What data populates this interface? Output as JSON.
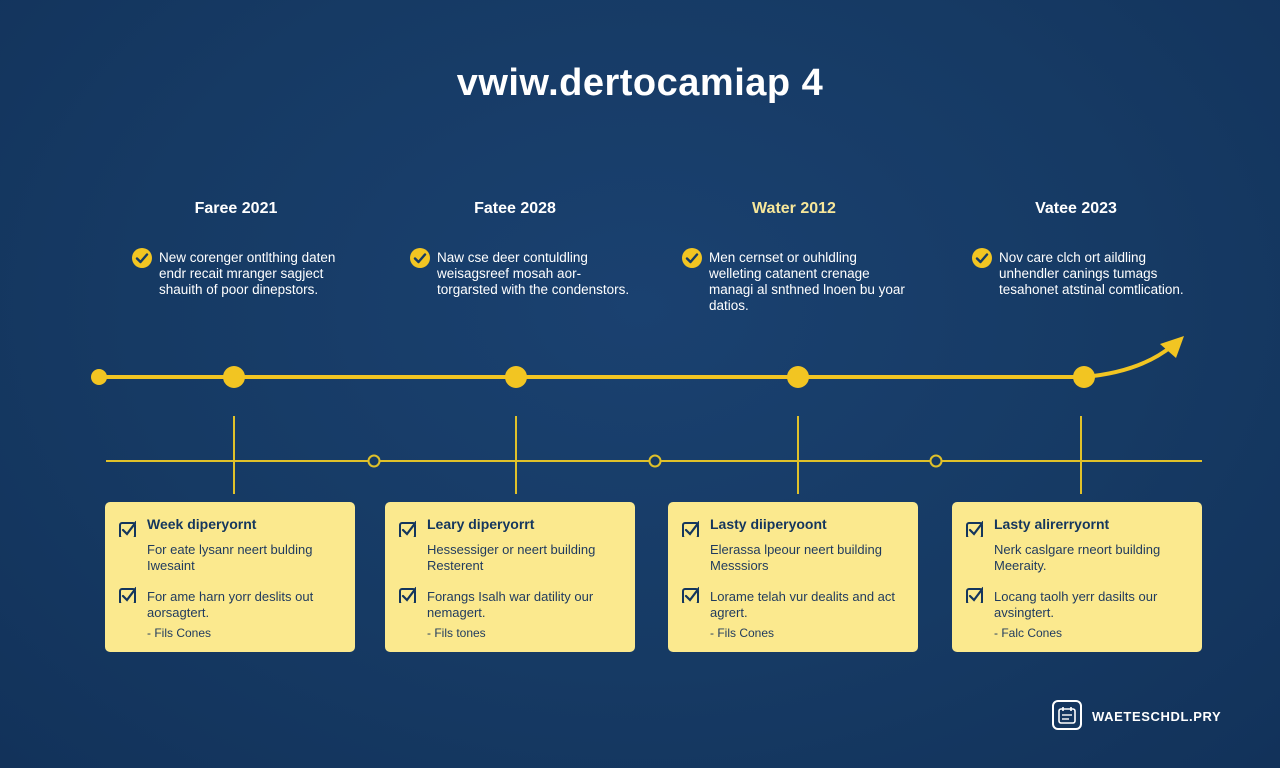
{
  "title": "vwiw.dertocamiap 4",
  "phases": [
    {
      "label": "Faree 2021",
      "note": "New corenger ontlthing daten endr recait mranger sagject shauith of poor dinepstors."
    },
    {
      "label": "Fatee 2028",
      "note": "Naw cse deer contuldling weisagsreef mosah aor-torgarsted with the condenstors."
    },
    {
      "label": "Water 2012",
      "note": "Men cernset or ouhldling welleting catanent crenage managi al snthned lnoen bu yoar datios."
    },
    {
      "label": "Vatee 2023",
      "note": "Nov care clch ort aildling unhendler canings tumags tesahonet atstinal comtlication."
    }
  ],
  "cards": [
    {
      "title": "Week diperyornt",
      "desc": "For eate lysanr neert bulding Iwesaint",
      "item": "For ame harn yorr deslits out aorsagtert.",
      "files": "- Fils Cones"
    },
    {
      "title": "Leary diperyorrt",
      "desc": "Hessessiger or neert building Resterent",
      "item": "Forangs Isalh war datility our nemagert.",
      "files": "- Fils tones"
    },
    {
      "title": "Lasty diiperyoont",
      "desc": "Elerassa lpeour neert building Messsiors",
      "item": "Lorame telah vur dealits and act agrert.",
      "files": "- Fils Cones"
    },
    {
      "title": "Lasty alirerryornt",
      "desc": "Nerk caslgare rneort building Meeraity.",
      "item": "Locang taolh yerr dasilts our avsingtert.",
      "files": "- Falc Cones"
    }
  ],
  "brand": {
    "name": "WAETESCHDL.PRY",
    "icon": "calendar-logo-icon"
  },
  "colors": {
    "background": "#163a64",
    "accent": "#f2c522",
    "card": "#fbe98e",
    "text_light": "#ffffff",
    "text_dark": "#14365d"
  }
}
